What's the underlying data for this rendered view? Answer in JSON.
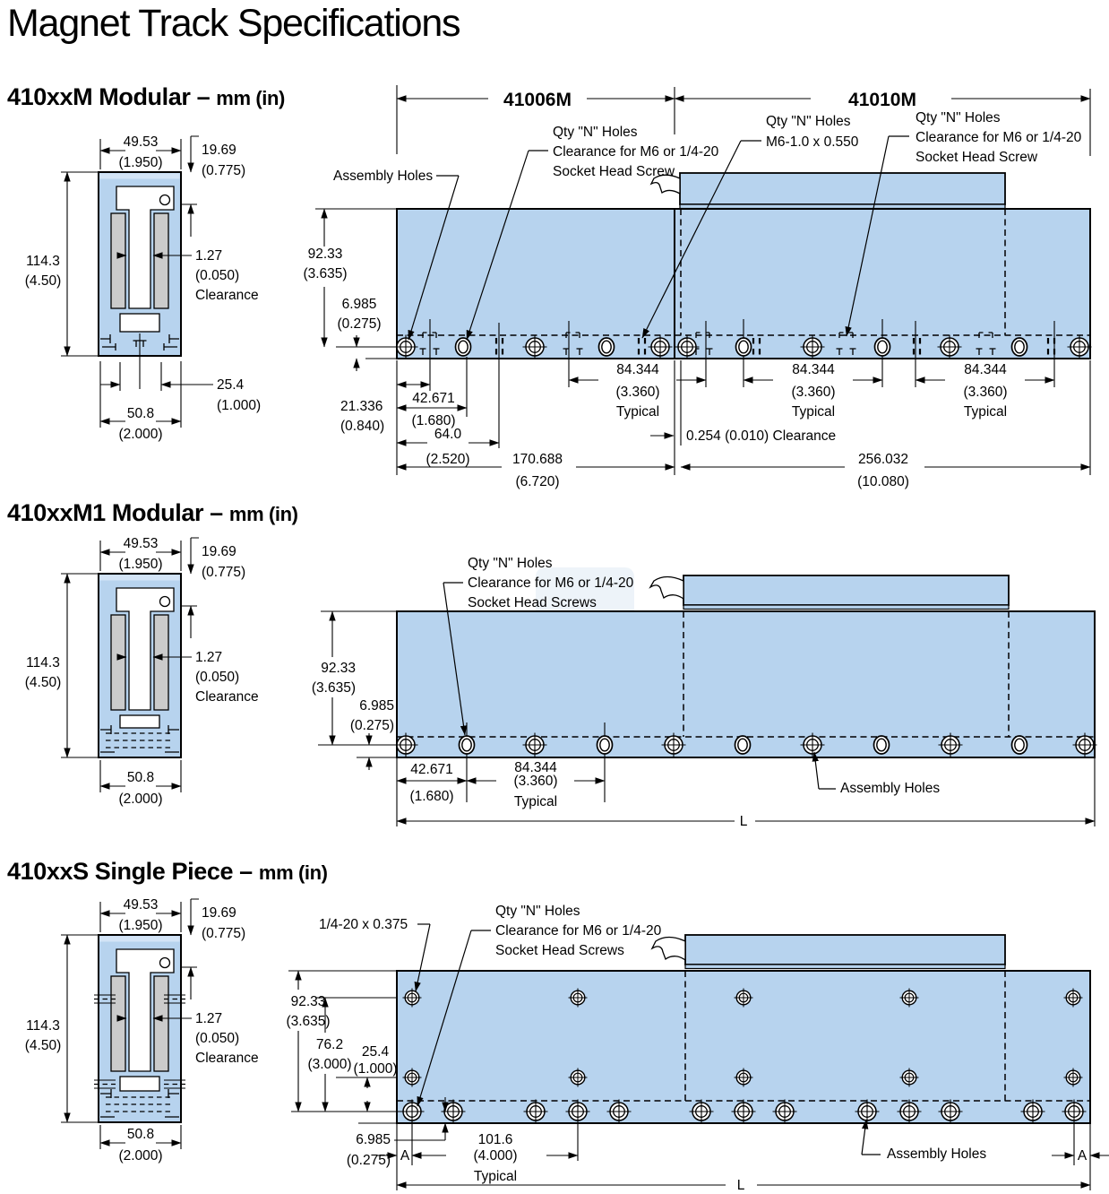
{
  "title": "Magnet Track Specifications",
  "colors": {
    "track_fill": "#b7d3ee",
    "track_highlight": "#d3e4f6",
    "magnet_fill": "#cbcbcb",
    "line": "#000000"
  },
  "watermark_glyph": "p",
  "s1": {
    "heading": "410xxM Modular –",
    "heading_units": "mm (in)",
    "cross": {
      "w_mm": "49.53",
      "w_in": "(1.950)",
      "cap_mm": "19.69",
      "cap_in": "(0.775)",
      "h_mm": "114.3",
      "h_in": "(4.50)",
      "gap_mm": "1.27",
      "gap_in": "(0.050)",
      "gap_note": "Clearance",
      "slot_mm": "25.4",
      "slot_in": "(1.000)",
      "base_mm": "50.8",
      "base_in": "(2.000)"
    },
    "view": {
      "track1": "41006M",
      "track2": "41010M",
      "assembly": "Assembly Holes",
      "c1": [
        "Qty \"N\" Holes",
        "Clearance for M6 or 1/4-20",
        "Socket Head Screw"
      ],
      "c2": [
        "Qty \"N\" Holes",
        "M6-1.0 x 0.550"
      ],
      "c3": [
        "Qty \"N\" Holes",
        "Clearance for M6 or 1/4-20",
        "Socket Head Screw"
      ],
      "h_mm": "92.33",
      "h_in": "(3.635)",
      "edge_mm": "6.985",
      "edge_in": "(0.275)",
      "d1_mm": "21.336",
      "d1_in": "(0.840)",
      "d2_mm": "42.671",
      "d2_in": "(1.680)",
      "d3_mm": "64.0",
      "d3_in": "(2.520)",
      "len1_mm": "170.688",
      "len1_in": "(6.720)",
      "len2_mm": "256.032",
      "len2_in": "(10.080)",
      "pitch_mm": "84.344",
      "pitch_in": "(3.360)",
      "pitch_note": "Typical",
      "clearance_note": "0.254 (0.010) Clearance"
    }
  },
  "s2": {
    "heading": "410xxM1 Modular –",
    "heading_units": "mm (in)",
    "cross": {
      "w_mm": "49.53",
      "w_in": "(1.950)",
      "cap_mm": "19.69",
      "cap_in": "(0.775)",
      "h_mm": "114.3",
      "h_in": "(4.50)",
      "gap_mm": "1.27",
      "gap_in": "(0.050)",
      "gap_note": "Clearance",
      "base_mm": "50.8",
      "base_in": "(2.000)"
    },
    "view": {
      "c1": [
        "Qty \"N\" Holes",
        "Clearance for M6 or 1/4-20",
        "Socket Head Screws"
      ],
      "h_mm": "92.33",
      "h_in": "(3.635)",
      "edge_mm": "6.985",
      "edge_in": "(0.275)",
      "d2_mm": "42.671",
      "d2_in": "(1.680)",
      "pitch_mm": "84.344",
      "pitch_in": "(3.360)",
      "pitch_note": "Typical",
      "assembly": "Assembly Holes",
      "len_label": "L"
    }
  },
  "s3": {
    "heading": "410xxS Single Piece –",
    "heading_units": "mm (in)",
    "cross": {
      "w_mm": "49.53",
      "w_in": "(1.950)",
      "cap_mm": "19.69",
      "cap_in": "(0.775)",
      "h_mm": "114.3",
      "h_in": "(4.50)",
      "gap_mm": "1.27",
      "gap_in": "(0.050)",
      "gap_note": "Clearance",
      "base_mm": "50.8",
      "base_in": "(2.000)"
    },
    "view": {
      "tap": "1/4-20 x 0.375",
      "c1": [
        "Qty \"N\" Holes",
        "Clearance for M6 or 1/4-20",
        "Socket Head Screws"
      ],
      "h_mm": "92.33",
      "h_in": "(3.635)",
      "mid_mm": "76.2",
      "mid_in": "(3.000)",
      "row_mm": "25.4",
      "row_in": "(1.000)",
      "edge_mm": "6.985",
      "edge_in": "(0.275)",
      "pitch_mm": "101.6",
      "pitch_in": "(4.000)",
      "pitch_note": "Typical",
      "a_label": "A",
      "assembly": "Assembly Holes",
      "len_label": "L"
    }
  }
}
